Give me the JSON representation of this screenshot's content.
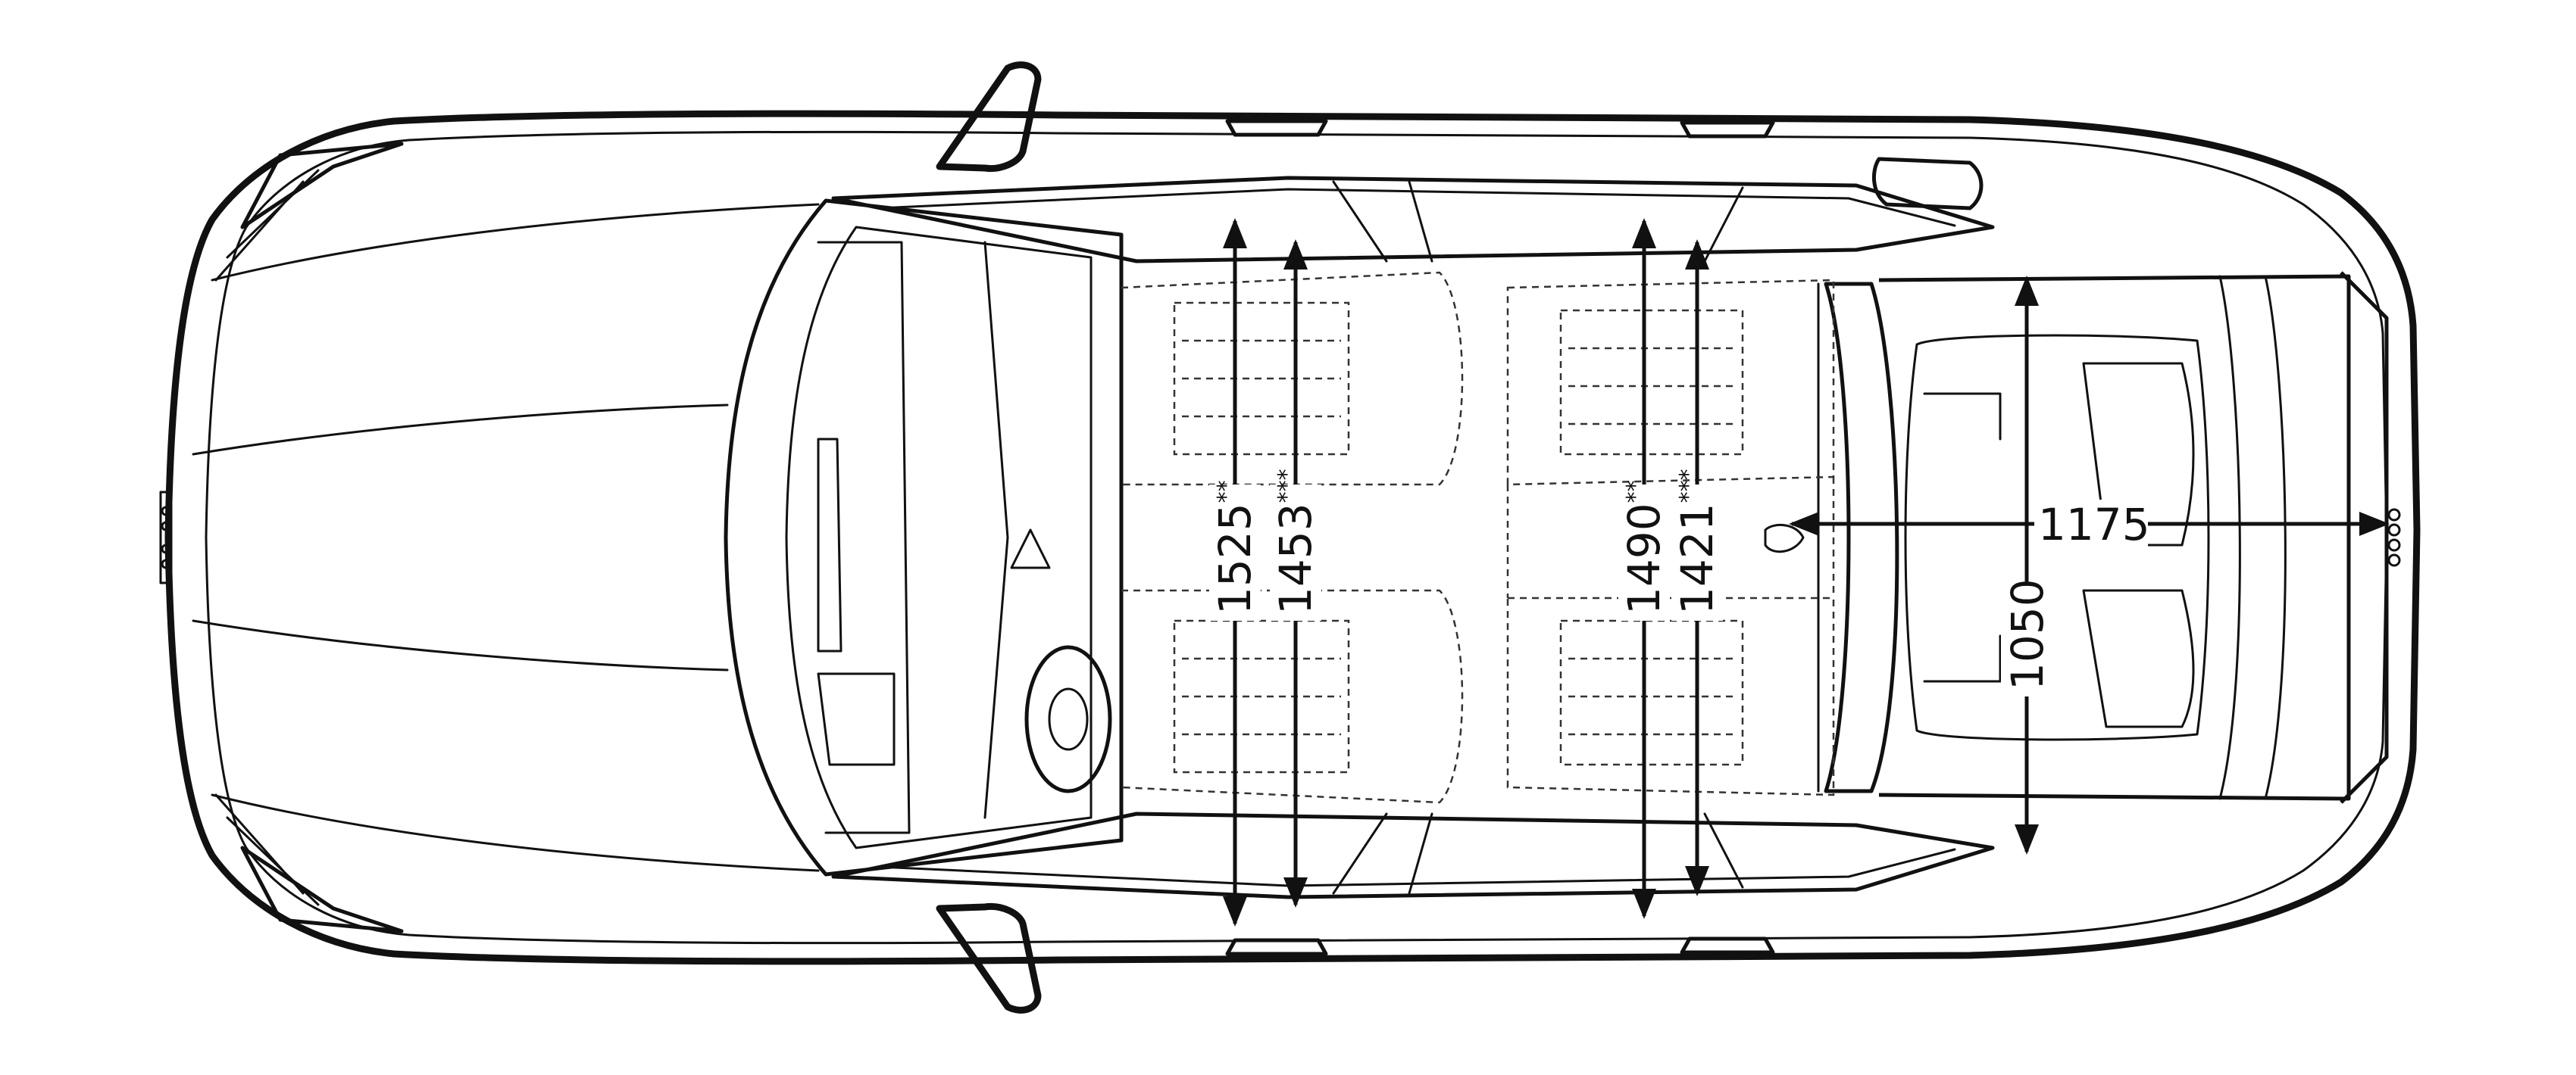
{
  "dimensions": {
    "front_width_a": {
      "value": "1525",
      "mark": "**"
    },
    "front_width_b": {
      "value": "1453",
      "mark": "***"
    },
    "rear_width_a": {
      "value": "1490",
      "mark": "**"
    },
    "rear_width_b": {
      "value": "1421",
      "mark": "***"
    },
    "trunk_length": {
      "value": "1175",
      "mark": ""
    },
    "trunk_width": {
      "value": "1050",
      "mark": ""
    }
  }
}
